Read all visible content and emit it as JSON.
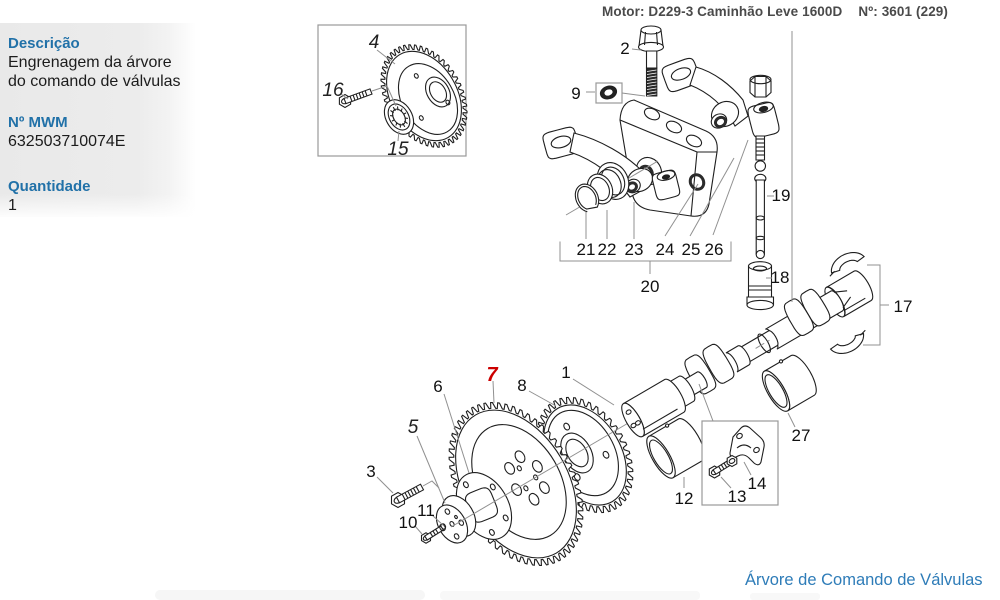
{
  "header": {
    "motor": "Motor: D229-3 Caminhão Leve 1600D",
    "doc_number": "Nº: 3601 (229)"
  },
  "info_panel": {
    "description": {
      "label": "Descrição",
      "value": "Engrenagem da árvore do comando de válvulas"
    },
    "mwm_number": {
      "label": "Nº MWM",
      "value": "632503710074E"
    },
    "quantity": {
      "label": "Quantidade",
      "value": "1"
    }
  },
  "footer": {
    "title": "Árvore de Comando de Válvulas"
  },
  "diagram": {
    "highlighted_part": "7",
    "highlight_color": "#cc0000",
    "parts": {
      "p1": "1",
      "p2": "2",
      "p3": "3",
      "p4": "4",
      "p5": "5",
      "p6": "6",
      "p7": "7",
      "p8": "8",
      "p9": "9",
      "p10": "10",
      "p11": "11",
      "p12": "12",
      "p13": "13",
      "p14": "14",
      "p15": "15",
      "p16": "16",
      "p17": "17",
      "p18": "18",
      "p19": "19",
      "p20": "20",
      "p21": "21",
      "p22": "22",
      "p23": "23",
      "p24": "24",
      "p25": "25",
      "p26": "26",
      "p27": "27"
    }
  }
}
